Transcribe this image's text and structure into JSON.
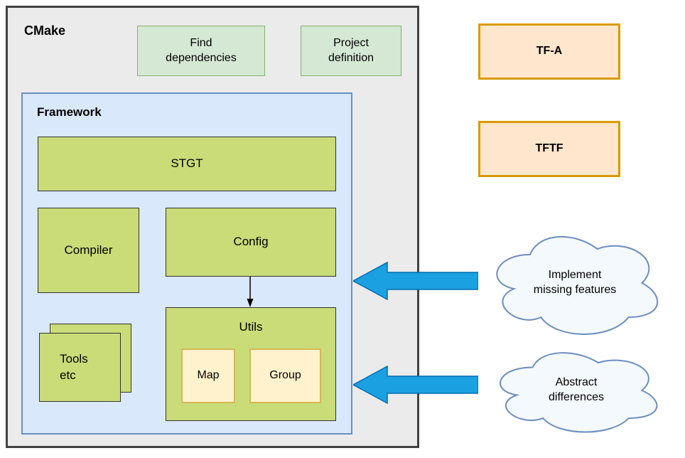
{
  "labels": {
    "cmake": "CMake",
    "find_dependencies": "Find\ndependencies",
    "project_definition": "Project\ndefinition",
    "framework": "Framework",
    "stgt": "STGT",
    "compiler": "Compiler",
    "config": "Config",
    "utils": "Utils",
    "map": "Map",
    "group": "Group",
    "tools": "Tools\netc",
    "tf_a": "TF-A",
    "tftf": "TFTF",
    "implement_cloud": "Implement\nmissing features",
    "abstract_cloud": "Abstract\ndifferences"
  },
  "colors": {
    "outer_fill": "#ebebeb",
    "outer_border": "#424242",
    "light_green_fill": "#d5e8d4",
    "light_green_border": "#82b366",
    "framework_fill": "#dae8fc",
    "framework_border": "#6c8ebf",
    "lime_fill": "#c9dc78",
    "lime_border": "#333333",
    "cream_fill": "#fff2cc",
    "cream_border": "#d6b656",
    "orange_fill": "#ffe6cc",
    "orange_border": "#d79b00",
    "cloud_fill": "#f4f9fd",
    "cloud_border": "#6c8ebf",
    "arrow_blue_fill": "#1ba1e2",
    "arrow_blue_border": "#006eaf"
  }
}
